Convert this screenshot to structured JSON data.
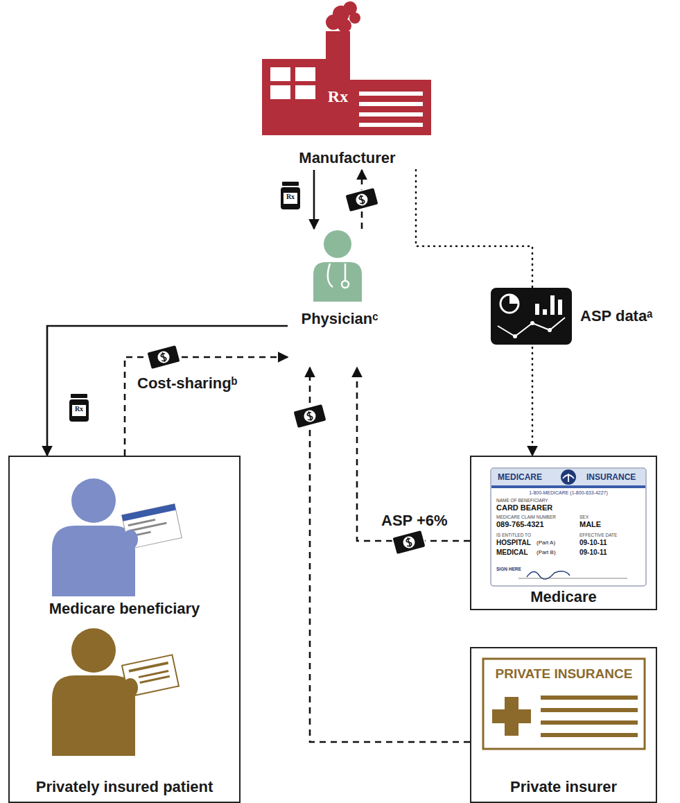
{
  "diagram": {
    "nodes": [
      {
        "text": [
          "Manufacturer"
        ]
      },
      {
        "text": [
          "Physicianᶜ"
        ]
      },
      {
        "text": [
          "Medicare beneficiary",
          "Privately insured patient"
        ]
      },
      {
        "text": [
          "Medicare"
        ]
      },
      {
        "text": [
          "Private insurer"
        ]
      }
    ],
    "edges": [
      {
        "from": 0,
        "to": 1,
        "arrow": "to"
      },
      {
        "from": 1,
        "to": 0,
        "arrow": "to"
      },
      {
        "from": 1,
        "to": 2,
        "arrow": "to"
      },
      {
        "from": 2,
        "to": 1,
        "label": "Cost-sharingᵇ",
        "arrow": "to"
      },
      {
        "from": 3,
        "to": 1,
        "label": "ASP +6%",
        "arrow": "to"
      },
      {
        "from": 4,
        "to": 1,
        "arrow": "to"
      },
      {
        "from": 0,
        "to": 3,
        "label": "ASP dataᵃ",
        "arrow": "to"
      }
    ],
    "labels": [
      "Rx",
      "Rx",
      "Rx",
      "MEDICARE",
      "INSURANCE",
      "1-800-MEDICARE (1-800-633-4227)",
      "NAME OF BENEFICIARY",
      "CARD BEARER",
      "MEDICARE CLAIM NUMBER",
      "089-765-4321",
      "SEX",
      "MALE",
      "IS ENTITLED TO",
      "EFFECTIVE DATE",
      "HOSPITAL",
      "(Part A)",
      "09-10-11",
      "MEDICAL",
      "(Part B)",
      "09-10-11",
      "SIGN HERE",
      "PRIVATE INSURANCE"
    ]
  }
}
